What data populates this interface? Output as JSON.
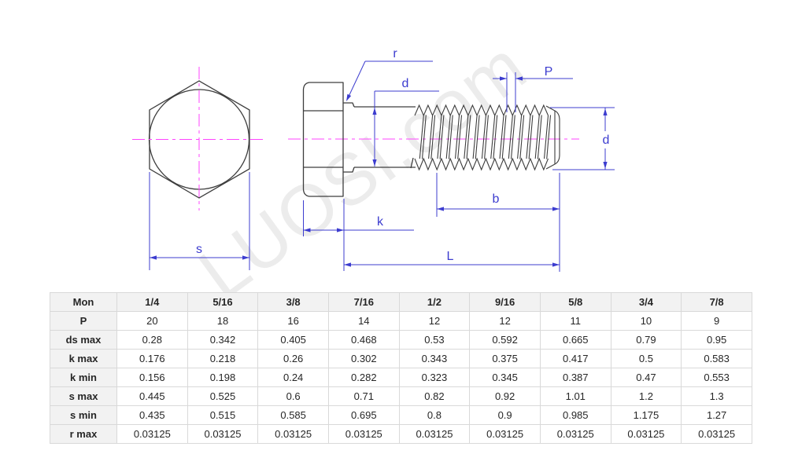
{
  "watermark": "LUOSI.com",
  "diagram": {
    "labels": {
      "s": "s",
      "r": "r",
      "d_shank": "d",
      "p": "P",
      "d_thread": "d",
      "b": "b",
      "k": "k",
      "l": "L"
    },
    "colors": {
      "dimension_blue": "#3c3ccf",
      "centerline_magenta": "#ff44ff",
      "outline_gray": "#3d3d3d",
      "watermark_gray": "#ececec"
    }
  },
  "table": {
    "columns": [
      "Mon",
      "1/4",
      "5/16",
      "3/8",
      "7/16",
      "1/2",
      "9/16",
      "5/8",
      "3/4",
      "7/8"
    ],
    "rows": [
      {
        "label": "P",
        "values": [
          "20",
          "18",
          "16",
          "14",
          "12",
          "12",
          "11",
          "10",
          "9"
        ]
      },
      {
        "label": "ds max",
        "values": [
          "0.28",
          "0.342",
          "0.405",
          "0.468",
          "0.53",
          "0.592",
          "0.665",
          "0.79",
          "0.95"
        ]
      },
      {
        "label": "k max",
        "values": [
          "0.176",
          "0.218",
          "0.26",
          "0.302",
          "0.343",
          "0.375",
          "0.417",
          "0.5",
          "0.583"
        ]
      },
      {
        "label": "k min",
        "values": [
          "0.156",
          "0.198",
          "0.24",
          "0.282",
          "0.323",
          "0.345",
          "0.387",
          "0.47",
          "0.553"
        ]
      },
      {
        "label": "s max",
        "values": [
          "0.445",
          "0.525",
          "0.6",
          "0.71",
          "0.82",
          "0.92",
          "1.01",
          "1.2",
          "1.3"
        ]
      },
      {
        "label": "s min",
        "values": [
          "0.435",
          "0.515",
          "0.585",
          "0.695",
          "0.8",
          "0.9",
          "0.985",
          "1.175",
          "1.27"
        ]
      },
      {
        "label": "r max",
        "values": [
          "0.03125",
          "0.03125",
          "0.03125",
          "0.03125",
          "0.03125",
          "0.03125",
          "0.03125",
          "0.03125",
          "0.03125"
        ]
      }
    ]
  }
}
